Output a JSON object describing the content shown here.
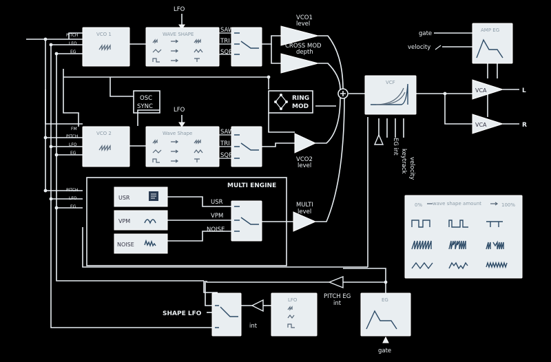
{
  "inputs": {
    "pitch": "PITCH",
    "lfo": "LFO",
    "eg": "EG",
    "fm": "FM",
    "gate": "gate",
    "velocity": "velocity"
  },
  "vco1": {
    "title": "VCO 1"
  },
  "vco2": {
    "title": "VCO 2"
  },
  "wave_shape": {
    "title": "WAVE SHAPE",
    "title_lower": "Wave Shape",
    "lfo_label": "LFO"
  },
  "waveforms": {
    "saw": "SAW",
    "tri": "TRI",
    "sqr": "SQR"
  },
  "osc_sync": {
    "line1": "OSC",
    "line2": "SYNC"
  },
  "ring_mod": {
    "line1": "RING",
    "line2": "MOD"
  },
  "levels": {
    "vco1_line1": "VCO1",
    "vco1_line2": "level",
    "cross_mod_line1": "CROSS MOD",
    "cross_mod_line2": "depth",
    "vco2_line1": "VCO2",
    "vco2_line2": "level",
    "multi_line1": "MULTI",
    "multi_line2": "level"
  },
  "multi_engine": {
    "title": "MULTI ENGINE",
    "usr": "USR",
    "vpm": "VPM",
    "noise": "NOISE"
  },
  "vcf": {
    "title": "VCF",
    "eg_int": "EG int",
    "keytrack": "keytrack",
    "velocity": "velocity"
  },
  "amp_eg": {
    "title": "AMP EG"
  },
  "vca": {
    "label": "VCA",
    "out_left": "L",
    "out_right": "R"
  },
  "panel": {
    "left": "0%",
    "center": "wave shape amount",
    "right": "100%"
  },
  "lfo_block": {
    "title": "LFO",
    "shape_lfo": "SHAPE LFO",
    "int": "int"
  },
  "eg_block": {
    "title": "EG",
    "gate": "gate",
    "pitch_eg_line1": "PITCH EG",
    "pitch_eg_line2": "int"
  }
}
